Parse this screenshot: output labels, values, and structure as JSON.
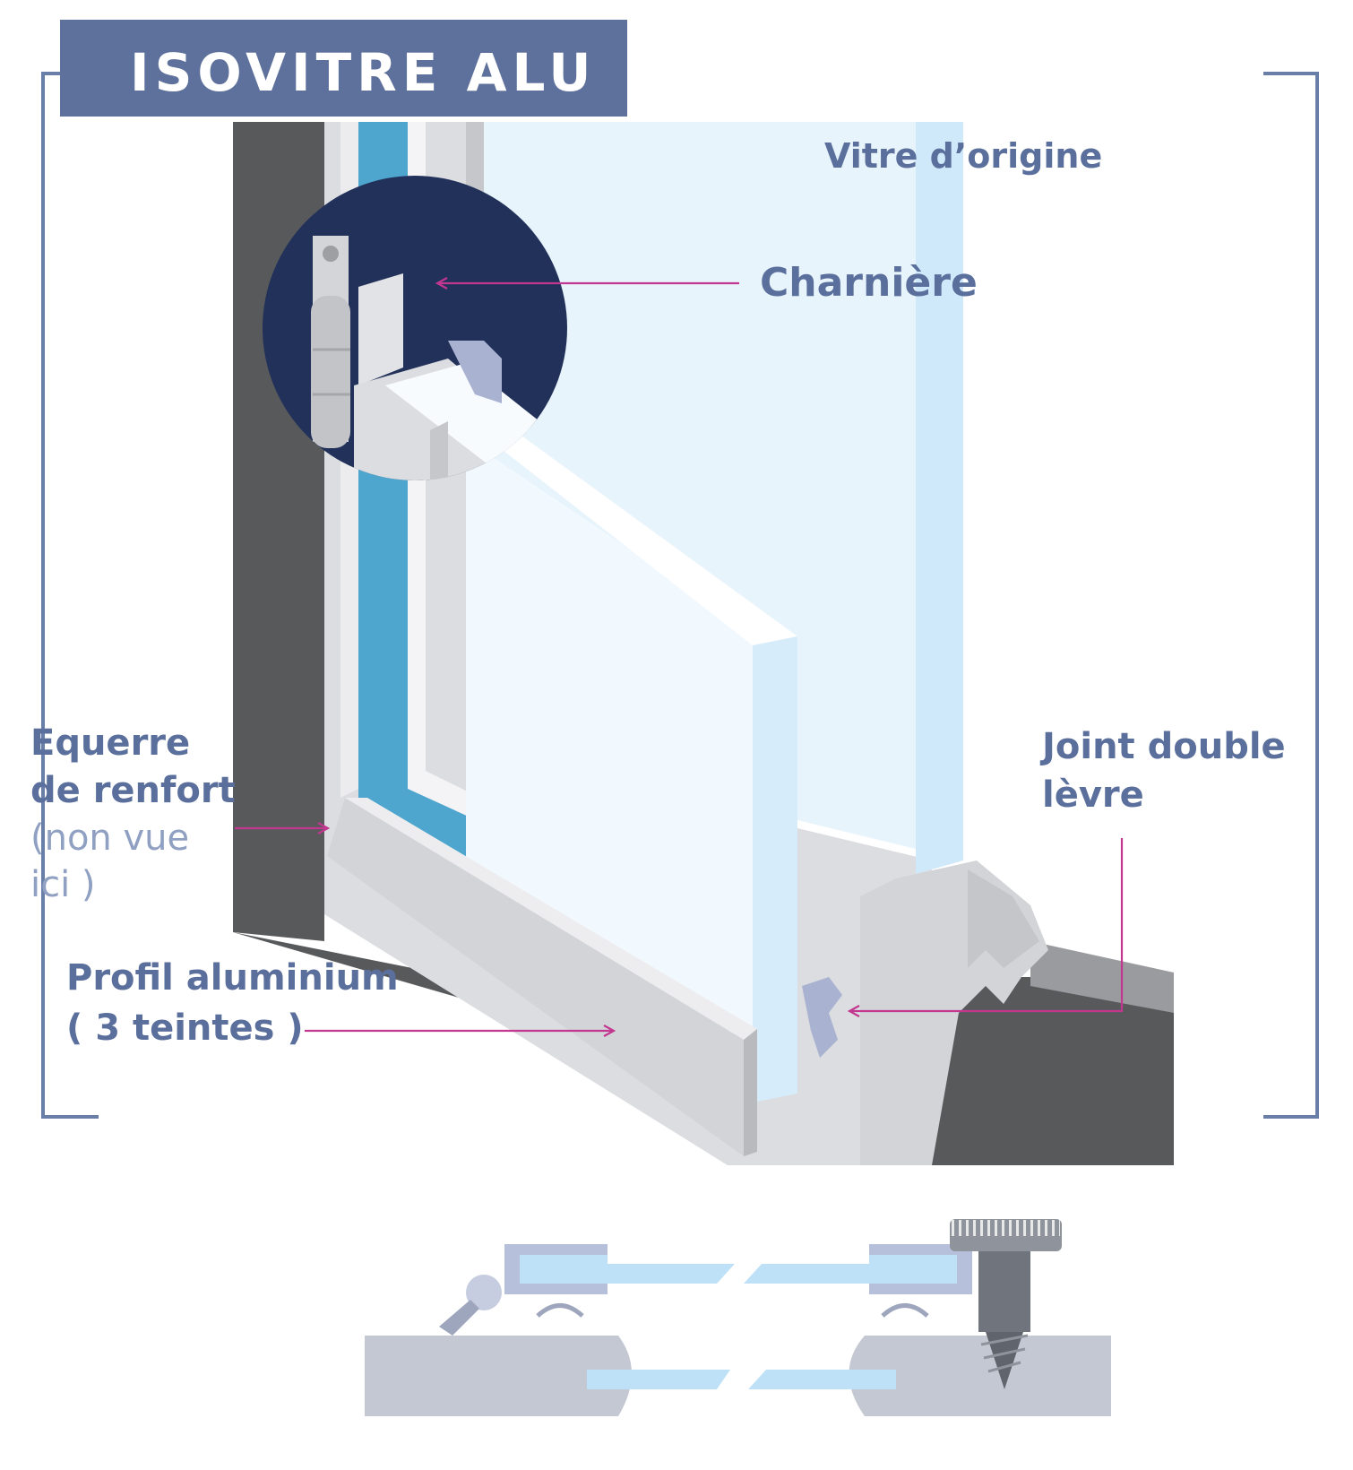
{
  "title": "ISOVITRE ALU",
  "labels": {
    "vitre": "Vitre d’origine",
    "charniere": "Charnière",
    "equerre_1": "Equerre",
    "equerre_2": "de renfort",
    "equerre_3": "(non vue",
    "equerre_4": "ici )",
    "joint_1": "Joint double",
    "joint_2": "lèvre",
    "profil_1": "Profil aluminium",
    "profil_2": "( 3 teintes )"
  },
  "colors": {
    "title_bg": "#5e719c",
    "label": "#5a6f9c",
    "arrow": "#c2378f",
    "bracket": "#6a7fa8",
    "wall": "#58595b",
    "glass": "#e8f4fc",
    "glass_edge": "#cfe8fa",
    "insulation": "#4ea6cf",
    "frame": "#dcdde0",
    "detail_bg": "#22315a"
  },
  "icons": [
    "hinge-icon",
    "screw-icon"
  ]
}
